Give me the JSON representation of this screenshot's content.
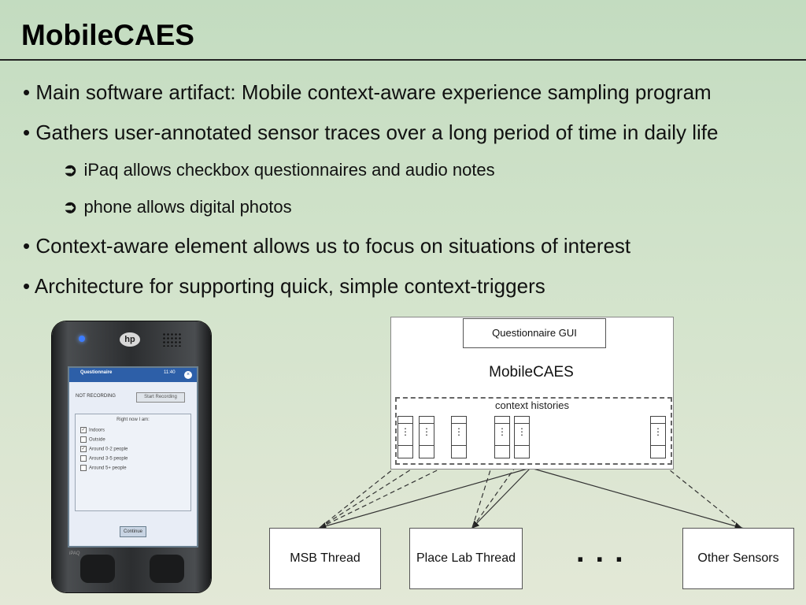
{
  "slide": {
    "title": "MobileCAES",
    "bullets": [
      "• Main software artifact: Mobile context-aware experience sampling program",
      "• Gathers user-annotated sensor traces over a long period of time in daily life",
      "• Context-aware element allows us to focus on situations of interest",
      "• Architecture for supporting quick, simple context-triggers"
    ],
    "subbullets": [
      "iPaq allows checkbox questionnaires and audio notes",
      "phone allows digital photos"
    ],
    "arrow_glyph": "➲"
  },
  "pda": {
    "logo": "hp",
    "app_title": "Questionnaire",
    "clock": "11:40",
    "close_glyph": "×",
    "status": "NOT RECORDING",
    "record_button": "Start Recording",
    "prompt": "Right now I am:",
    "options": [
      {
        "label": "Indoors",
        "checked": true
      },
      {
        "label": "Outside",
        "checked": false
      },
      {
        "label": "Around 0-2 people",
        "checked": true
      },
      {
        "label": "Around 3-5 people",
        "checked": false
      },
      {
        "label": "Around 5+ people",
        "checked": false
      }
    ],
    "continue_button": "Continue",
    "brand": "iPAQ"
  },
  "diagram": {
    "questionnaire_gui": "Questionnaire GUI",
    "main_label": "MobileCAES",
    "context_label": "context histories",
    "history_glyph": "⋮",
    "sources": [
      "MSB Thread",
      "Place Lab Thread",
      "Other Sensors"
    ],
    "ellipsis": "..."
  }
}
